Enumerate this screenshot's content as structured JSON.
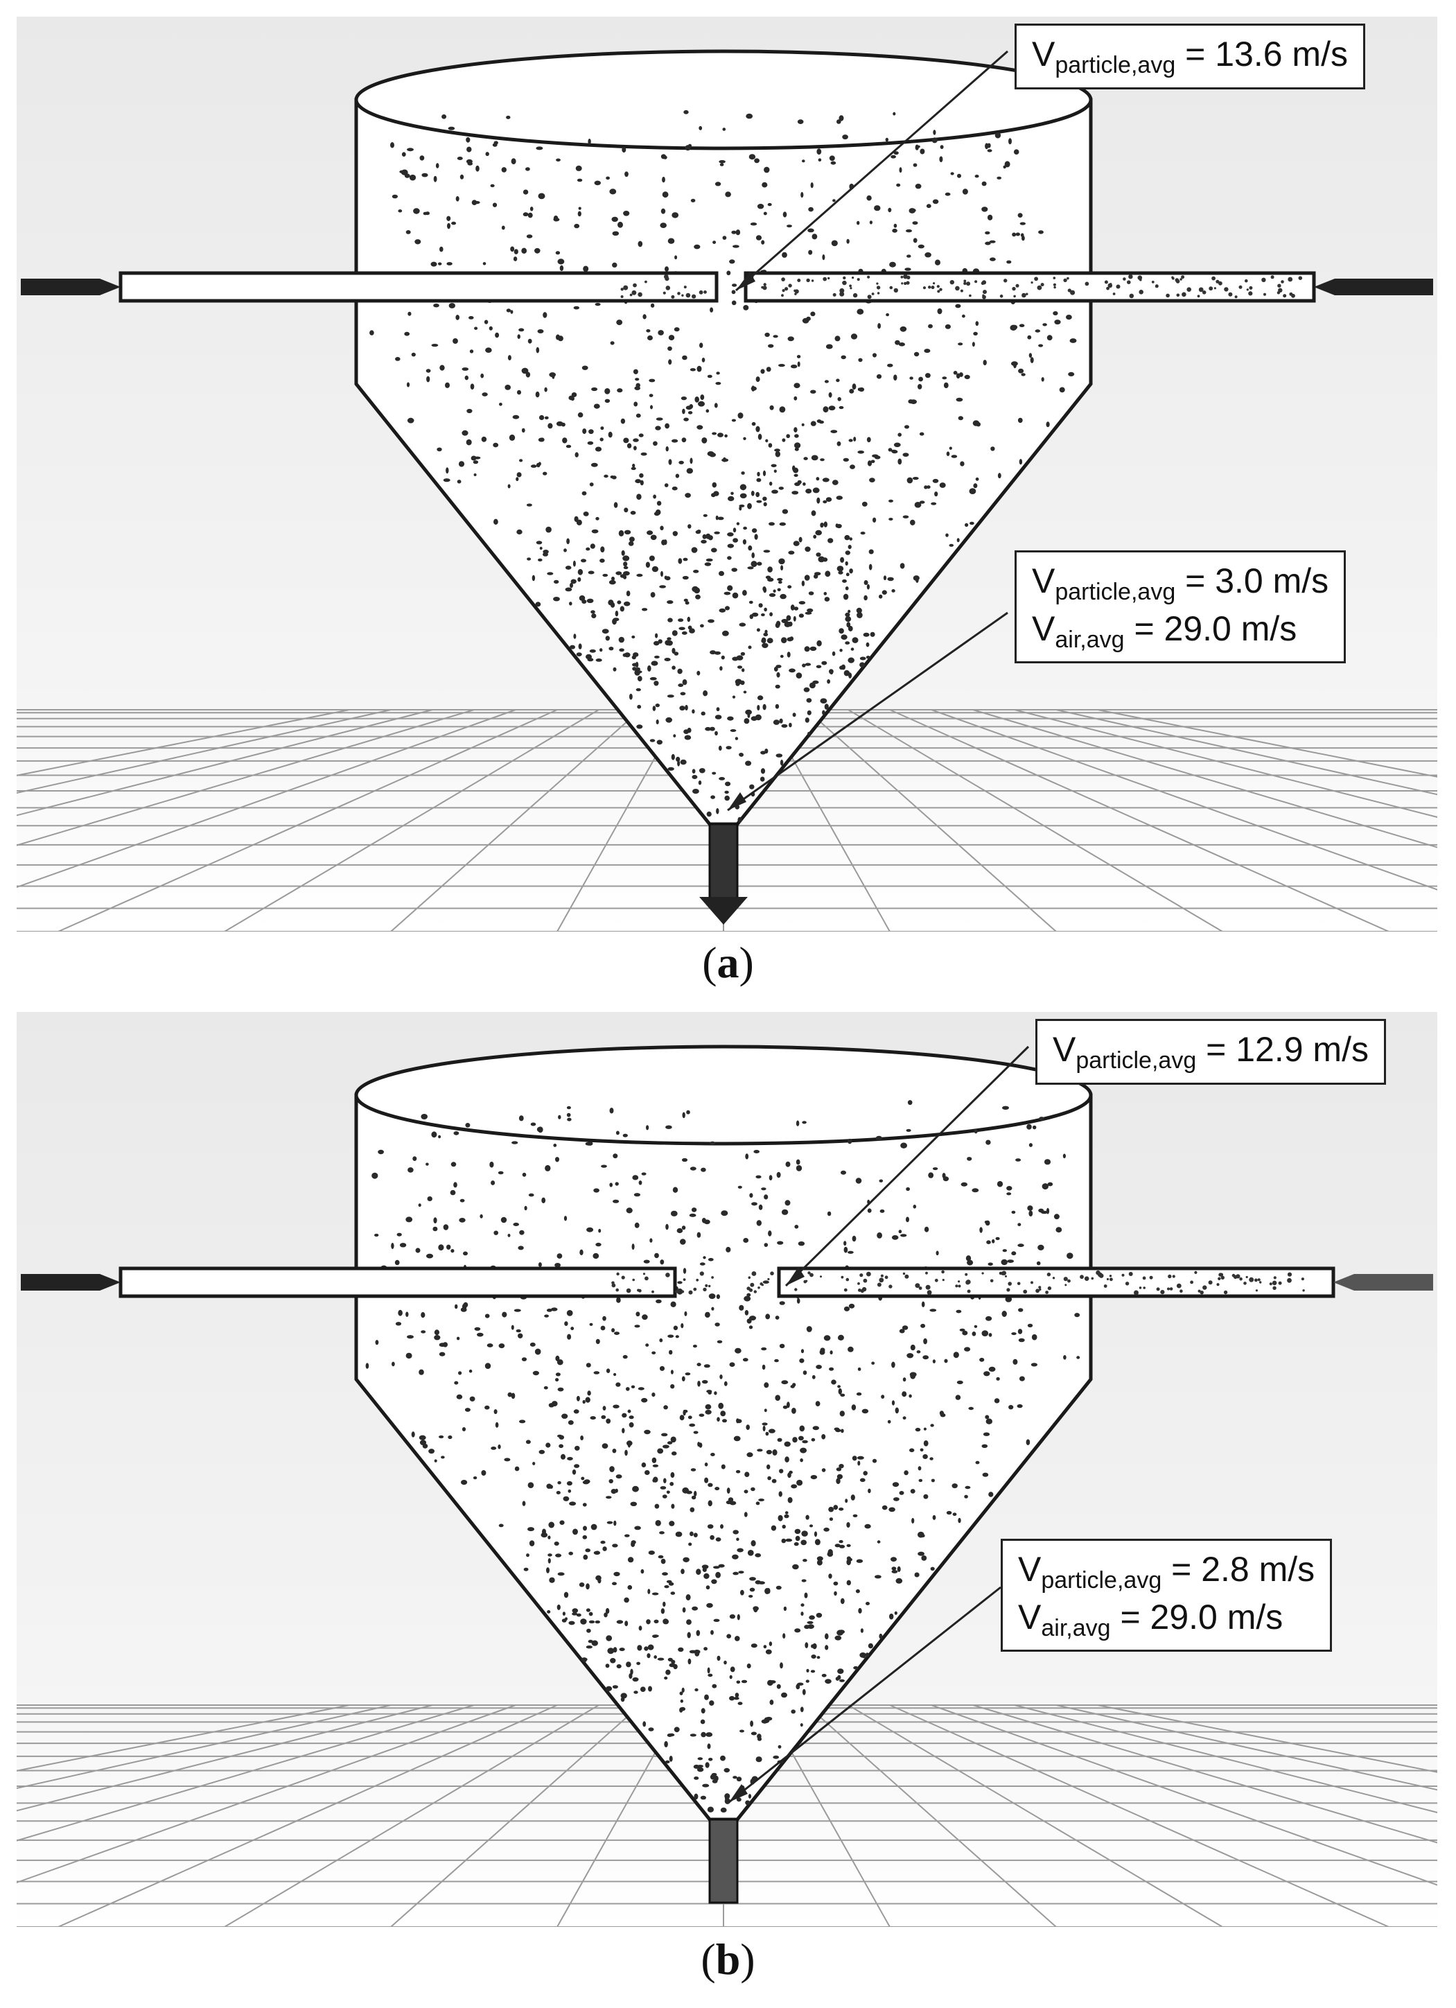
{
  "panels": [
    {
      "id": "a",
      "caption_letter": "a",
      "top_label": {
        "main": "V",
        "sub": "particle,avg",
        "value": " = 13.6 m/s"
      },
      "bottom_label": {
        "line1": {
          "main": "V",
          "sub": "particle,avg",
          "value": " = 3.0 m/s"
        },
        "line2": {
          "main": "V",
          "sub": "air,avg",
          "value": " =  29.0 m/s"
        }
      }
    },
    {
      "id": "b",
      "caption_letter": "b",
      "top_label": {
        "main": "V",
        "sub": "particle,avg",
        "value": " = 12.9 m/s"
      },
      "bottom_label": {
        "line1": {
          "main": "V",
          "sub": "particle,avg",
          "value": " = 2.8 m/s"
        },
        "line2": {
          "main": "V",
          "sub": "air,avg",
          "value": " =  29.0 m/s"
        }
      }
    }
  ],
  "colors": {
    "ink": "#1a1a1a",
    "grid": "#9a9a9a",
    "background_haze": "#e9e9e9"
  }
}
